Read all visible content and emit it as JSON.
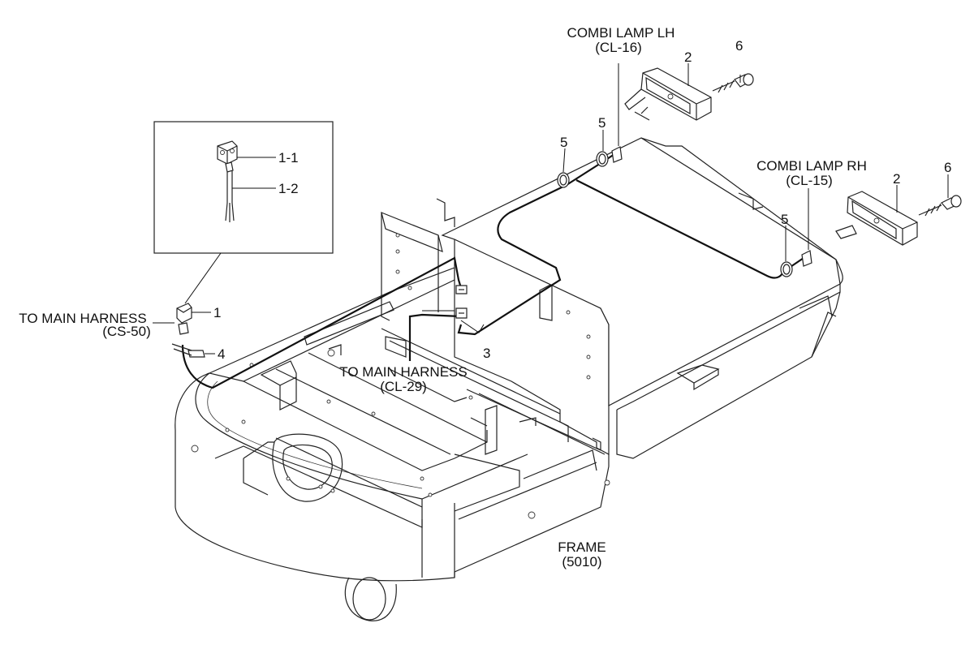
{
  "labels": {
    "combi_lamp_lh": "COMBI LAMP LH",
    "combi_lamp_lh_code": "(CL-16)",
    "combi_lamp_rh": "COMBI LAMP RH",
    "combi_lamp_rh_code": "(CL-15)",
    "main_harness_cs": "TO MAIN HARNESS",
    "main_harness_cs_code": "(CS-50)",
    "main_harness_cl": "TO MAIN HARNESS",
    "main_harness_cl_code": "(CL-29)",
    "frame": "FRAME",
    "frame_code": "(5010)"
  },
  "parts": {
    "p1": "1",
    "p1_1": "1-1",
    "p1_2": "1-2",
    "p2_lh": "2",
    "p2_rh": "2",
    "p3": "3",
    "p4": "4",
    "p5_a": "5",
    "p5_b": "5",
    "p5_c": "5",
    "p6_lh": "6",
    "p6_rh": "6"
  }
}
